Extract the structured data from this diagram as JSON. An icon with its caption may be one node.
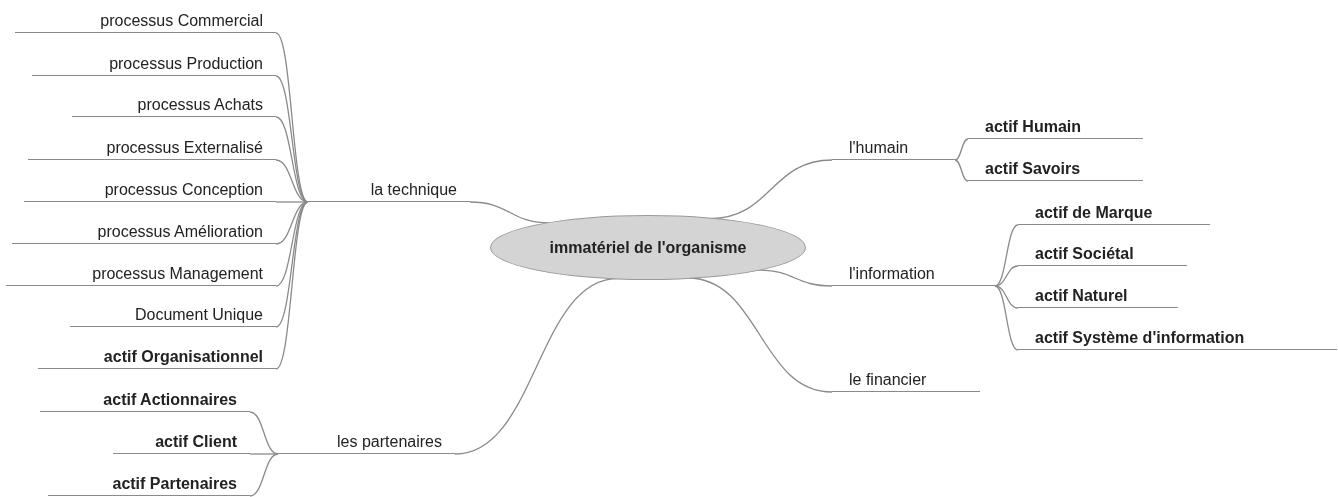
{
  "diagram": {
    "nodes": [
      {
        "text": [
          "immatériel de l'organisme"
        ]
      },
      {
        "text": [
          "la technique"
        ]
      },
      {
        "text": [
          "processus Commercial"
        ]
      },
      {
        "text": [
          "processus Production"
        ]
      },
      {
        "text": [
          "processus Achats"
        ]
      },
      {
        "text": [
          "processus Externalisé"
        ]
      },
      {
        "text": [
          "processus Conception"
        ]
      },
      {
        "text": [
          "processus Amélioration"
        ]
      },
      {
        "text": [
          "processus Management"
        ]
      },
      {
        "text": [
          "Document Unique"
        ]
      },
      {
        "text": [
          "actif Organisationnel"
        ]
      },
      {
        "text": [
          "les partenaires"
        ]
      },
      {
        "text": [
          "actif Actionnaires"
        ]
      },
      {
        "text": [
          "actif Client"
        ]
      },
      {
        "text": [
          "actif Partenaires"
        ]
      },
      {
        "text": [
          "l'humain"
        ]
      },
      {
        "text": [
          "actif Humain"
        ]
      },
      {
        "text": [
          "actif Savoirs"
        ]
      },
      {
        "text": [
          "l'information"
        ]
      },
      {
        "text": [
          "actif de Marque"
        ]
      },
      {
        "text": [
          "actif Sociétal"
        ]
      },
      {
        "text": [
          "actif Naturel"
        ]
      },
      {
        "text": [
          "actif Système d'information"
        ]
      },
      {
        "text": [
          "le financier"
        ]
      }
    ],
    "edges": [
      {
        "from": 0,
        "to": 1,
        "arrow": "none"
      },
      {
        "from": 1,
        "to": 2,
        "arrow": "none"
      },
      {
        "from": 1,
        "to": 3,
        "arrow": "none"
      },
      {
        "from": 1,
        "to": 4,
        "arrow": "none"
      },
      {
        "from": 1,
        "to": 5,
        "arrow": "none"
      },
      {
        "from": 1,
        "to": 6,
        "arrow": "none"
      },
      {
        "from": 1,
        "to": 7,
        "arrow": "none"
      },
      {
        "from": 1,
        "to": 8,
        "arrow": "none"
      },
      {
        "from": 1,
        "to": 9,
        "arrow": "none"
      },
      {
        "from": 1,
        "to": 10,
        "arrow": "none"
      },
      {
        "from": 0,
        "to": 11,
        "arrow": "none"
      },
      {
        "from": 11,
        "to": 12,
        "arrow": "none"
      },
      {
        "from": 11,
        "to": 13,
        "arrow": "none"
      },
      {
        "from": 11,
        "to": 14,
        "arrow": "none"
      },
      {
        "from": 0,
        "to": 15,
        "arrow": "none"
      },
      {
        "from": 15,
        "to": 16,
        "arrow": "none"
      },
      {
        "from": 15,
        "to": 17,
        "arrow": "none"
      },
      {
        "from": 0,
        "to": 18,
        "arrow": "none"
      },
      {
        "from": 18,
        "to": 19,
        "arrow": "none"
      },
      {
        "from": 18,
        "to": 20,
        "arrow": "none"
      },
      {
        "from": 18,
        "to": 21,
        "arrow": "none"
      },
      {
        "from": 18,
        "to": 22,
        "arrow": "none"
      },
      {
        "from": 0,
        "to": 23,
        "arrow": "none"
      }
    ]
  }
}
